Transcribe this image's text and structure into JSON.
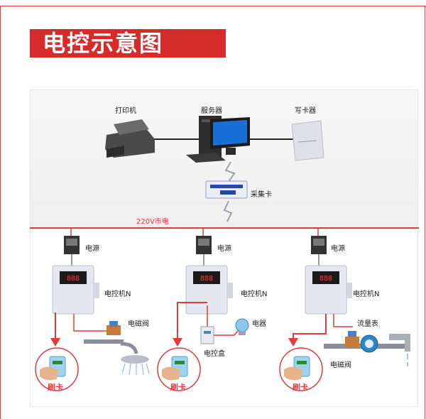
{
  "title": "电控示意图",
  "top_labels": {
    "printer": "打印机",
    "server": "服务器",
    "card_writer": "写卡器",
    "collector": "采集卡",
    "mains": "220V市电"
  },
  "units": [
    {
      "power": "电源",
      "controller": "电控机N",
      "device": "电磁阀",
      "swipe": "刷卡"
    },
    {
      "power": "电源",
      "controller": "电控机N",
      "device": "电器",
      "box": "电控盒",
      "swipe": "刷卡"
    },
    {
      "power": "电源",
      "controller": "电控机N",
      "meter": "流量表",
      "device": "电磁阀",
      "swipe": "刷卡"
    }
  ],
  "colors": {
    "accent": "#e23b3b",
    "title_bg": "#d62b2b"
  }
}
